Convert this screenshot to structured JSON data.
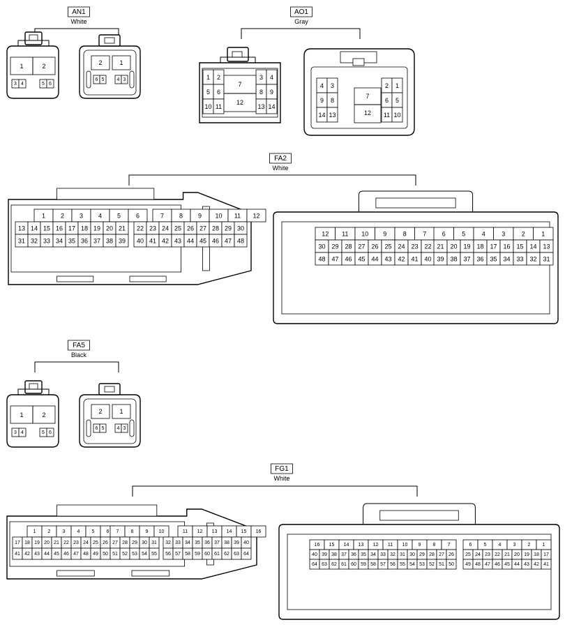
{
  "connectors": [
    {
      "id": "AN1",
      "color": "White",
      "kind": "small6",
      "male_rows": [
        [
          "1",
          "2"
        ],
        [
          "3",
          "4",
          "5",
          "6"
        ]
      ],
      "female_rows": [
        [
          "2",
          "1"
        ],
        [
          "6",
          "5",
          "4",
          "3"
        ]
      ]
    },
    {
      "id": "AO1",
      "color": "Gray",
      "kind": "medium14",
      "male": {
        "left": [
          "1",
          "2",
          "5",
          "6",
          "10",
          "11"
        ],
        "center": [
          "7",
          "12"
        ],
        "right": [
          "3",
          "4",
          "8",
          "9",
          "13",
          "14"
        ]
      },
      "female": {
        "left": [
          "4",
          "3",
          "9",
          "8",
          "14",
          "13"
        ],
        "center": [
          "7",
          "12"
        ],
        "right": [
          "2",
          "1",
          "6",
          "5",
          "11",
          "10"
        ]
      }
    },
    {
      "id": "FA2",
      "color": "White",
      "kind": "large48",
      "male_groups": [
        [
          [
            "1",
            "2",
            "3",
            "4",
            "5",
            "6"
          ],
          [
            "13",
            "14",
            "15",
            "16",
            "17",
            "18",
            "19",
            "20",
            "21"
          ],
          [
            "31",
            "32",
            "33",
            "34",
            "35",
            "36",
            "37",
            "38",
            "39"
          ]
        ],
        [
          [
            "7",
            "8",
            "9",
            "10",
            "11",
            "12"
          ],
          [
            "22",
            "23",
            "24",
            "25",
            "26",
            "27",
            "28",
            "29",
            "30"
          ],
          [
            "40",
            "41",
            "42",
            "43",
            "44",
            "45",
            "46",
            "47",
            "48"
          ]
        ]
      ],
      "female_groups": [
        [
          [
            "12",
            "11",
            "10",
            "9",
            "8",
            "7"
          ],
          [
            "30",
            "29",
            "28",
            "27",
            "26",
            "25",
            "24",
            "23",
            "22"
          ],
          [
            "48",
            "47",
            "46",
            "45",
            "44",
            "43",
            "42",
            "41",
            "40"
          ]
        ],
        [
          [
            "6",
            "5",
            "4",
            "3",
            "2",
            "1"
          ],
          [
            "21",
            "20",
            "19",
            "18",
            "17",
            "16",
            "15",
            "14",
            "13"
          ],
          [
            "39",
            "38",
            "37",
            "36",
            "35",
            "34",
            "33",
            "32",
            "31"
          ]
        ]
      ]
    },
    {
      "id": "FA5",
      "color": "Black",
      "kind": "small6",
      "male_rows": [
        [
          "1",
          "2"
        ],
        [
          "3",
          "4",
          "5",
          "6"
        ]
      ],
      "female_rows": [
        [
          "2",
          "1"
        ],
        [
          "6",
          "5",
          "4",
          "3"
        ]
      ]
    },
    {
      "id": "FG1",
      "color": "White",
      "kind": "large64",
      "male_groups": [
        [
          [
            "1",
            "2",
            "3",
            "4",
            "5",
            "6"
          ],
          [
            "17",
            "18",
            "19",
            "20",
            "21",
            "22",
            "23",
            "24",
            "25"
          ],
          [
            "41",
            "42",
            "43",
            "44",
            "45",
            "46",
            "47",
            "48",
            "49"
          ]
        ],
        [
          [
            "7",
            "8",
            "9",
            "10"
          ],
          [
            "26",
            "27",
            "28",
            "29",
            "30",
            "31"
          ],
          [
            "50",
            "51",
            "52",
            "53",
            "54",
            "55"
          ]
        ],
        [
          [
            "11",
            "12",
            "13",
            "14",
            "15",
            "16"
          ],
          [
            "32",
            "33",
            "34",
            "35",
            "36",
            "37",
            "38",
            "39",
            "40"
          ],
          [
            "56",
            "57",
            "58",
            "59",
            "60",
            "61",
            "62",
            "63",
            "64"
          ]
        ]
      ],
      "female_groups": [
        [
          [
            "16",
            "15",
            "14",
            "13",
            "12",
            "11"
          ],
          [
            "40",
            "39",
            "38",
            "37",
            "36",
            "35",
            "34",
            "33",
            "32"
          ],
          [
            "64",
            "63",
            "62",
            "61",
            "60",
            "59",
            "58",
            "57",
            "56"
          ]
        ],
        [
          [
            "10",
            "9",
            "8",
            "7"
          ],
          [
            "31",
            "30",
            "29",
            "28",
            "27",
            "26"
          ],
          [
            "55",
            "54",
            "53",
            "52",
            "51",
            "50"
          ]
        ],
        [
          [
            "6",
            "5",
            "4",
            "3",
            "2",
            "1"
          ],
          [
            "25",
            "24",
            "23",
            "22",
            "21",
            "20",
            "19",
            "18",
            "17"
          ],
          [
            "49",
            "48",
            "47",
            "46",
            "45",
            "44",
            "43",
            "42",
            "41"
          ]
        ]
      ]
    }
  ]
}
